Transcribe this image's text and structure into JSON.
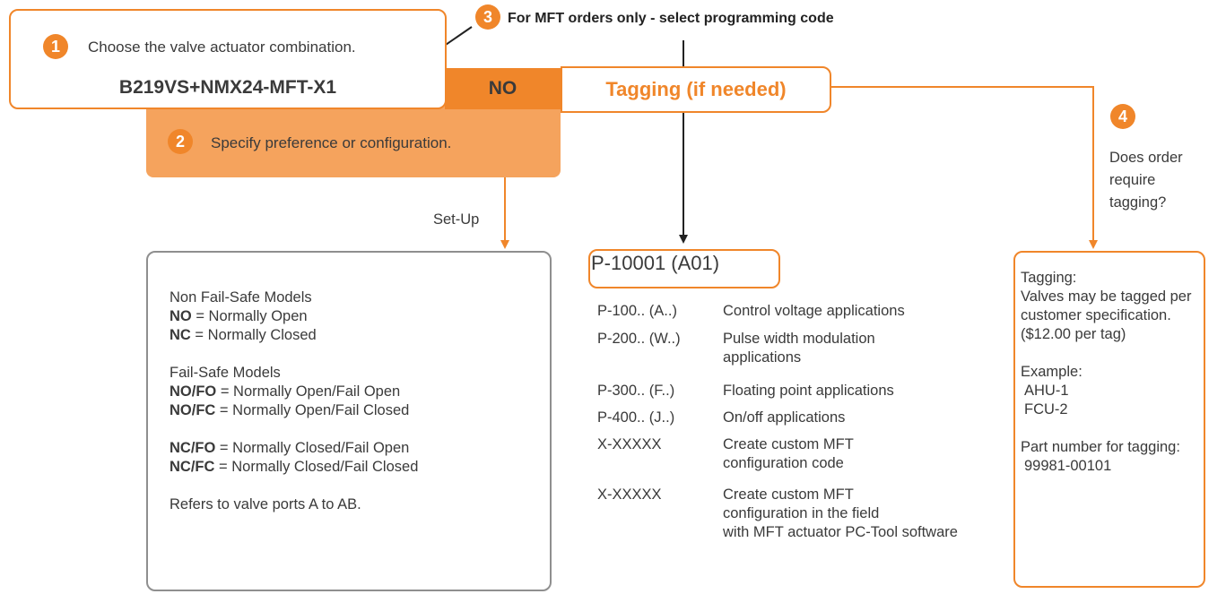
{
  "colors": {
    "accent": "#f0862a",
    "panel": "#f5a35d",
    "box_border": "#8f8f8f"
  },
  "step1": {
    "number": "1",
    "instruction": "Choose the valve actuator combination.",
    "model": "B219VS+NMX24-MFT-X1"
  },
  "step2": {
    "number": "2",
    "instruction": "Specify preference or configuration."
  },
  "step3": {
    "number": "3",
    "instruction": "For MFT orders only - select programming code"
  },
  "step4": {
    "number": "4",
    "question": [
      "Does order",
      "require",
      "tagging?"
    ]
  },
  "selection": {
    "preference": "NO",
    "tagging": "Tagging (if needed)"
  },
  "setup_label": "Set-Up",
  "setup_box": {
    "non_failsafe_heading": "Non Fail-Safe Models",
    "non_failsafe": [
      {
        "code": "NO",
        "desc": " = Normally Open"
      },
      {
        "code": "NC",
        "desc": " = Normally Closed"
      }
    ],
    "failsafe_heading": "Fail-Safe Models",
    "failsafe_a": [
      {
        "code": "NO/FO",
        "desc": " = Normally Open/Fail Open"
      },
      {
        "code": "NO/FC",
        "desc": " = Normally Open/Fail Closed"
      }
    ],
    "failsafe_b": [
      {
        "code": "NC/FO",
        "desc": " = Normally Closed/Fail Open"
      },
      {
        "code": "NC/FC",
        "desc": " = Normally Closed/Fail Closed"
      }
    ],
    "note": "Refers to valve ports A to AB."
  },
  "programming": {
    "example_code": "P-10001 (A01)",
    "codes": [
      {
        "code": "P-100.. (A..)",
        "desc": [
          "Control voltage applications"
        ]
      },
      {
        "code": "P-200.. (W..)",
        "desc": [
          "Pulse width modulation",
          "applications"
        ]
      },
      {
        "code": "P-300.. (F..)",
        "desc": [
          "Floating point applications"
        ]
      },
      {
        "code": "P-400.. (J..)",
        "desc": [
          "On/off applications"
        ]
      },
      {
        "code": "X-XXXXX",
        "desc": [
          "Create custom MFT",
          "configuration code"
        ]
      },
      {
        "code": "X-XXXXX",
        "desc": [
          "Create custom MFT",
          "configuration in the field",
          "with MFT actuator PC-Tool software"
        ]
      }
    ]
  },
  "tagging_box": {
    "lines_a": [
      "Tagging:",
      "Valves may be tagged per",
      "customer specification.",
      "($12.00 per tag)"
    ],
    "example_heading": "Example:",
    "examples": [
      "AHU-1",
      "FCU-2"
    ],
    "part_heading": "Part number for tagging:",
    "part_number": "99981-00101"
  }
}
